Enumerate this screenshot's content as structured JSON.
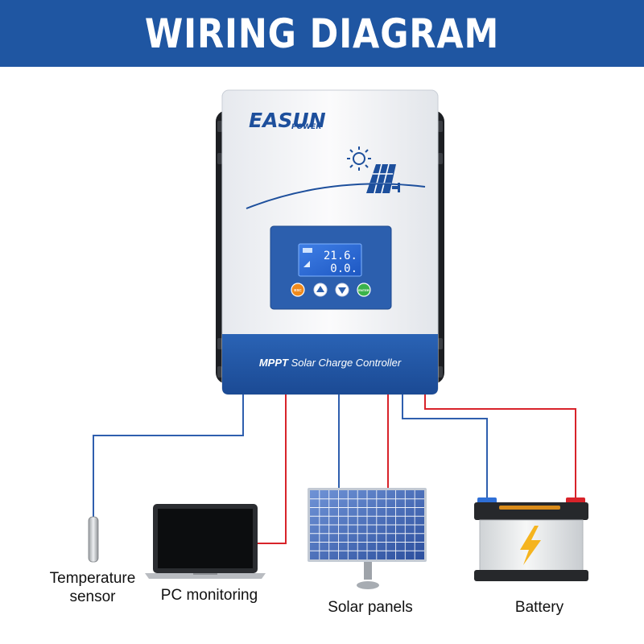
{
  "header": {
    "title": "WIRING DIAGRAM"
  },
  "controller": {
    "brand_main": "EASUN",
    "brand_sub": "POWER",
    "panel_label_bold": "MPPT",
    "panel_label": "Solar Charge Controller",
    "lcd_line1": "21.6.",
    "lcd_line2": "0.0.",
    "buttons": {
      "esc": "ESC",
      "enter": "ENTER"
    }
  },
  "components": {
    "temperature_sensor": "Temperature sensor",
    "pc_monitoring": "PC monitoring",
    "solar_panels": "Solar panels",
    "battery": "Battery"
  },
  "colors": {
    "banner": "#1f56a2",
    "wire_blue": "#2f5fae",
    "wire_red": "#d8232a",
    "brand_blue": "#1d4f9c",
    "accent_orange": "#f08a1c"
  }
}
